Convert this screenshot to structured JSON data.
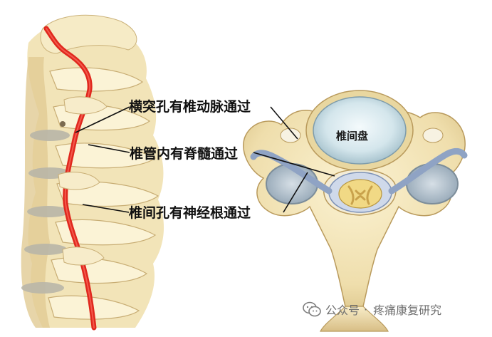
{
  "labels": {
    "vertebral_artery": "横突孔有椎动脉通过",
    "spinal_canal": "椎管内有脊髓通过",
    "intervertebral_foramen": "椎间孔有神经根通过",
    "disc": "椎间盘"
  },
  "watermark": {
    "prefix": "公众号",
    "separator": "·",
    "name": "疼痛康复研究",
    "icon": "wechat-icon"
  },
  "colors": {
    "bone": "#f0e2b3",
    "artery": "#e0281e",
    "disc": "#cfe3ea",
    "nerve": "#8fa3c4",
    "leader": "#111111"
  }
}
